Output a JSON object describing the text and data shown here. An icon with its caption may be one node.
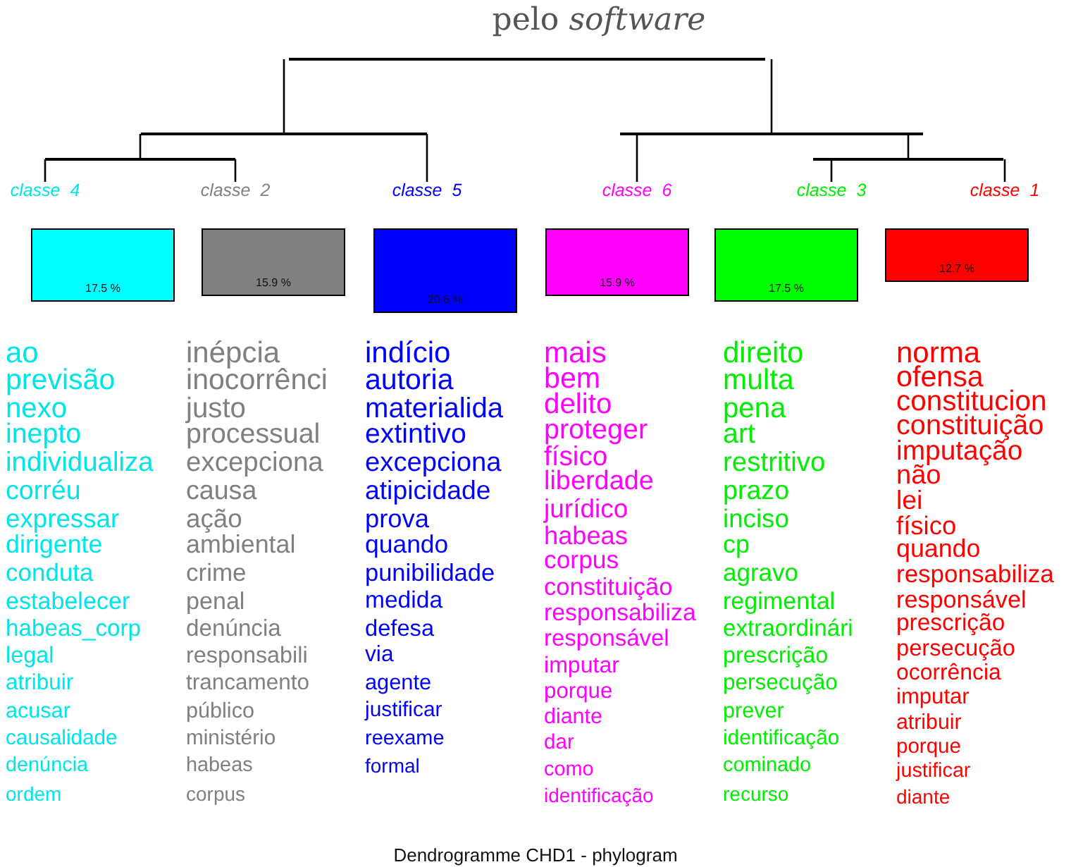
{
  "diagram": {
    "title": "pelo *software*",
    "caption": "Dendrogramme CHD1 - phylogram",
    "nodes": [
      {
        "text": [],
        "shape": "bar"
      },
      {
        "text": [],
        "shape": "bar"
      },
      {
        "text": [],
        "shape": "bar"
      },
      {
        "text": [],
        "shape": "bar"
      },
      {
        "text": [],
        "shape": "bar"
      },
      {
        "text": [
          "classe  4"
        ]
      },
      {
        "text": [
          "classe  2"
        ]
      },
      {
        "text": [
          "classe  5"
        ]
      },
      {
        "text": [
          "classe  6"
        ]
      },
      {
        "text": [
          "classe  3"
        ]
      },
      {
        "text": [
          "classe  1"
        ]
      },
      {
        "text": [
          "17.5 %"
        ],
        "beside": [
          "ao",
          "previsão",
          "nexo",
          "inepto",
          "individualiza",
          "corréu",
          "expressar",
          "dirigente",
          "conduta",
          "estabelecer",
          "habeas_corp",
          "legal",
          "atribuir",
          "acusar",
          "causalidade",
          "denúncia",
          "ordem"
        ]
      },
      {
        "text": [
          "15.9 %"
        ],
        "beside": [
          "inépcia",
          "inocorrênci",
          "justo",
          "processual",
          "excepciona",
          "causa",
          "ação",
          "ambiental",
          "crime",
          "penal",
          "denúncia",
          "responsabili",
          "trancamento",
          "público",
          "ministério",
          "habeas",
          "corpus"
        ]
      },
      {
        "text": [
          "20.6 %"
        ],
        "beside": [
          "indício",
          "autoria",
          "materialida",
          "extintivo",
          "excepciona",
          "atipicidade",
          "prova",
          "quando",
          "punibilidade",
          "medida",
          "defesa",
          "via",
          "agente",
          "justificar",
          "reexame",
          "formal"
        ]
      },
      {
        "text": [
          "15.9 %"
        ],
        "beside": [
          "mais",
          "bem",
          "delito",
          "proteger",
          "físico",
          "liberdade",
          "jurídico",
          "habeas",
          "corpus",
          "constituição",
          "responsabiliza",
          "responsável",
          "imputar",
          "porque",
          "diante",
          "dar",
          "como",
          "identificação"
        ]
      },
      {
        "text": [
          "17.5 %"
        ],
        "beside": [
          "direito",
          "multa",
          "pena",
          "art",
          "restritivo",
          "prazo",
          "inciso",
          "cp",
          "agravo",
          "regimental",
          "extraordinári",
          "prescrição",
          "persecução",
          "prever",
          "identificação",
          "cominado",
          "recurso"
        ]
      },
      {
        "text": [
          "12.7 %"
        ],
        "beside": [
          "norma",
          "ofensa",
          "constitucion",
          "constituição",
          "imputação",
          "não",
          "lei",
          "físico",
          "quando",
          "responsabiliza",
          "responsável",
          "prescrição",
          "persecução",
          "ocorrência",
          "imputar",
          "atribuir",
          "porque",
          "justificar",
          "diante"
        ]
      }
    ],
    "edges": [
      {
        "from": 0,
        "to": 1,
        "arrow": "none"
      },
      {
        "from": 0,
        "to": 2,
        "arrow": "none"
      },
      {
        "from": 1,
        "to": 3,
        "arrow": "none"
      },
      {
        "from": 1,
        "to": 7,
        "arrow": "none"
      },
      {
        "from": 3,
        "to": 5,
        "arrow": "none"
      },
      {
        "from": 3,
        "to": 6,
        "arrow": "none"
      },
      {
        "from": 2,
        "to": 8,
        "arrow": "none"
      },
      {
        "from": 2,
        "to": 4,
        "arrow": "none"
      },
      {
        "from": 4,
        "to": 9,
        "arrow": "none"
      },
      {
        "from": 4,
        "to": 10,
        "arrow": "none"
      }
    ]
  }
}
